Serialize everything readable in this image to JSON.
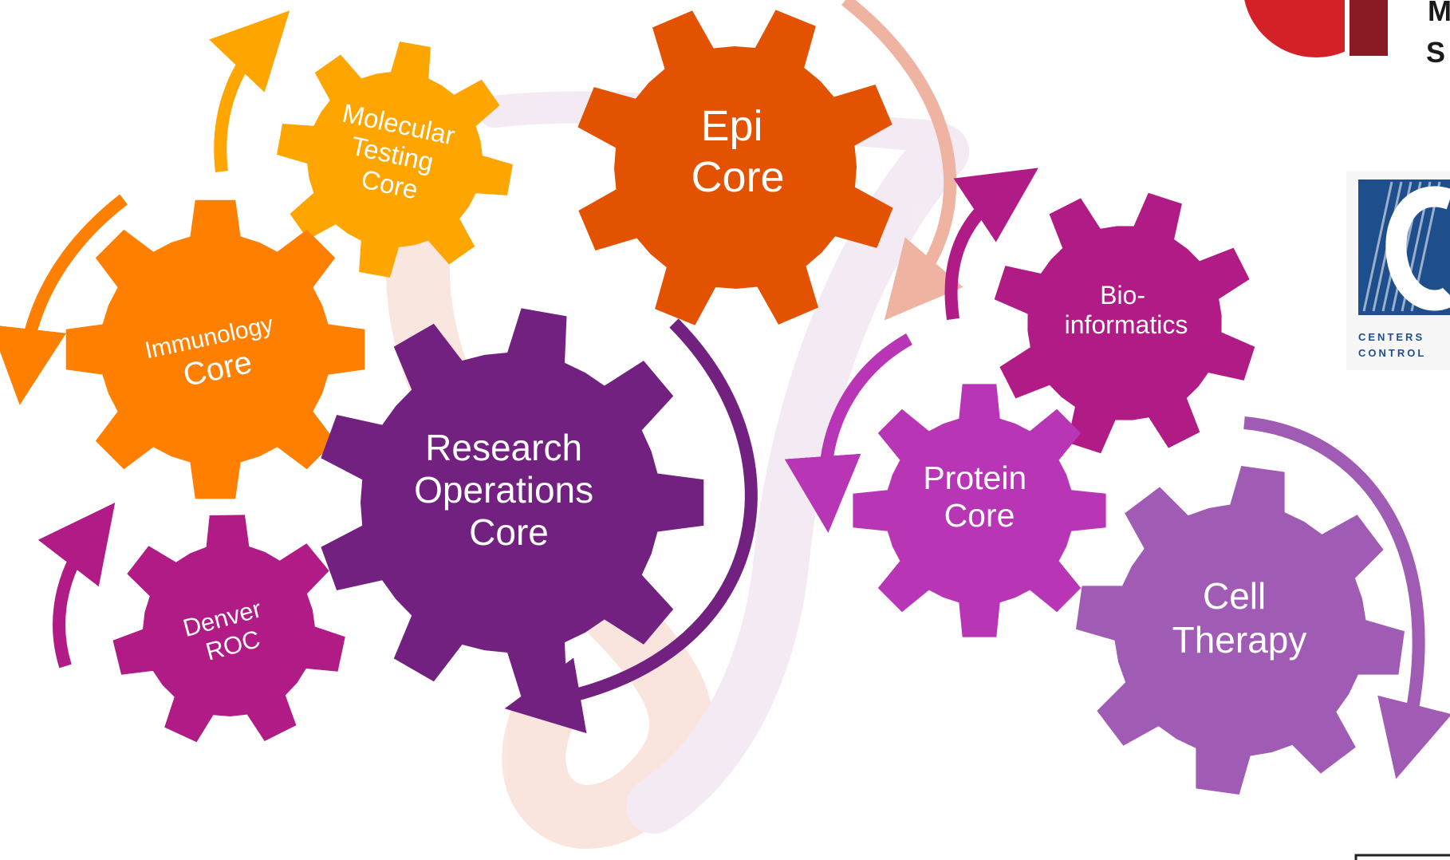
{
  "colors": {
    "molecular": "#FFA500",
    "immunology": "#FF8000",
    "epi": "#E35200",
    "research": "#722180",
    "denver": "#B01B85",
    "bioinformatics": "#B01B85",
    "protein": "#B835B5",
    "cell_therapy": "#A05CB5",
    "watermark": "#f3d5c8",
    "logo_red": "#D42027",
    "logo_dark": "#8A1B24",
    "cdc_blue": "#1f4e8c"
  },
  "gears": [
    {
      "key": "molecular",
      "lines": [
        "Molecular",
        "Testing",
        "Core"
      ]
    },
    {
      "key": "immunology",
      "lines": [
        "Immunology",
        "Core"
      ]
    },
    {
      "key": "epi",
      "lines": [
        "Epi",
        "Core"
      ]
    },
    {
      "key": "research",
      "lines": [
        "Research",
        "Operations",
        "Core"
      ]
    },
    {
      "key": "denver",
      "lines": [
        "Denver",
        "ROC"
      ]
    },
    {
      "key": "bioinformatics",
      "lines": [
        "Bio-",
        "informatics"
      ]
    },
    {
      "key": "protein",
      "lines": [
        "Protein",
        "Core"
      ]
    },
    {
      "key": "cell_therapy",
      "lines": [
        "Cell",
        "Therapy"
      ]
    }
  ],
  "logo": {
    "line1": "M",
    "line2": "S"
  },
  "cdc": {
    "line1": "CENTERS",
    "line2": "CONTROL"
  }
}
